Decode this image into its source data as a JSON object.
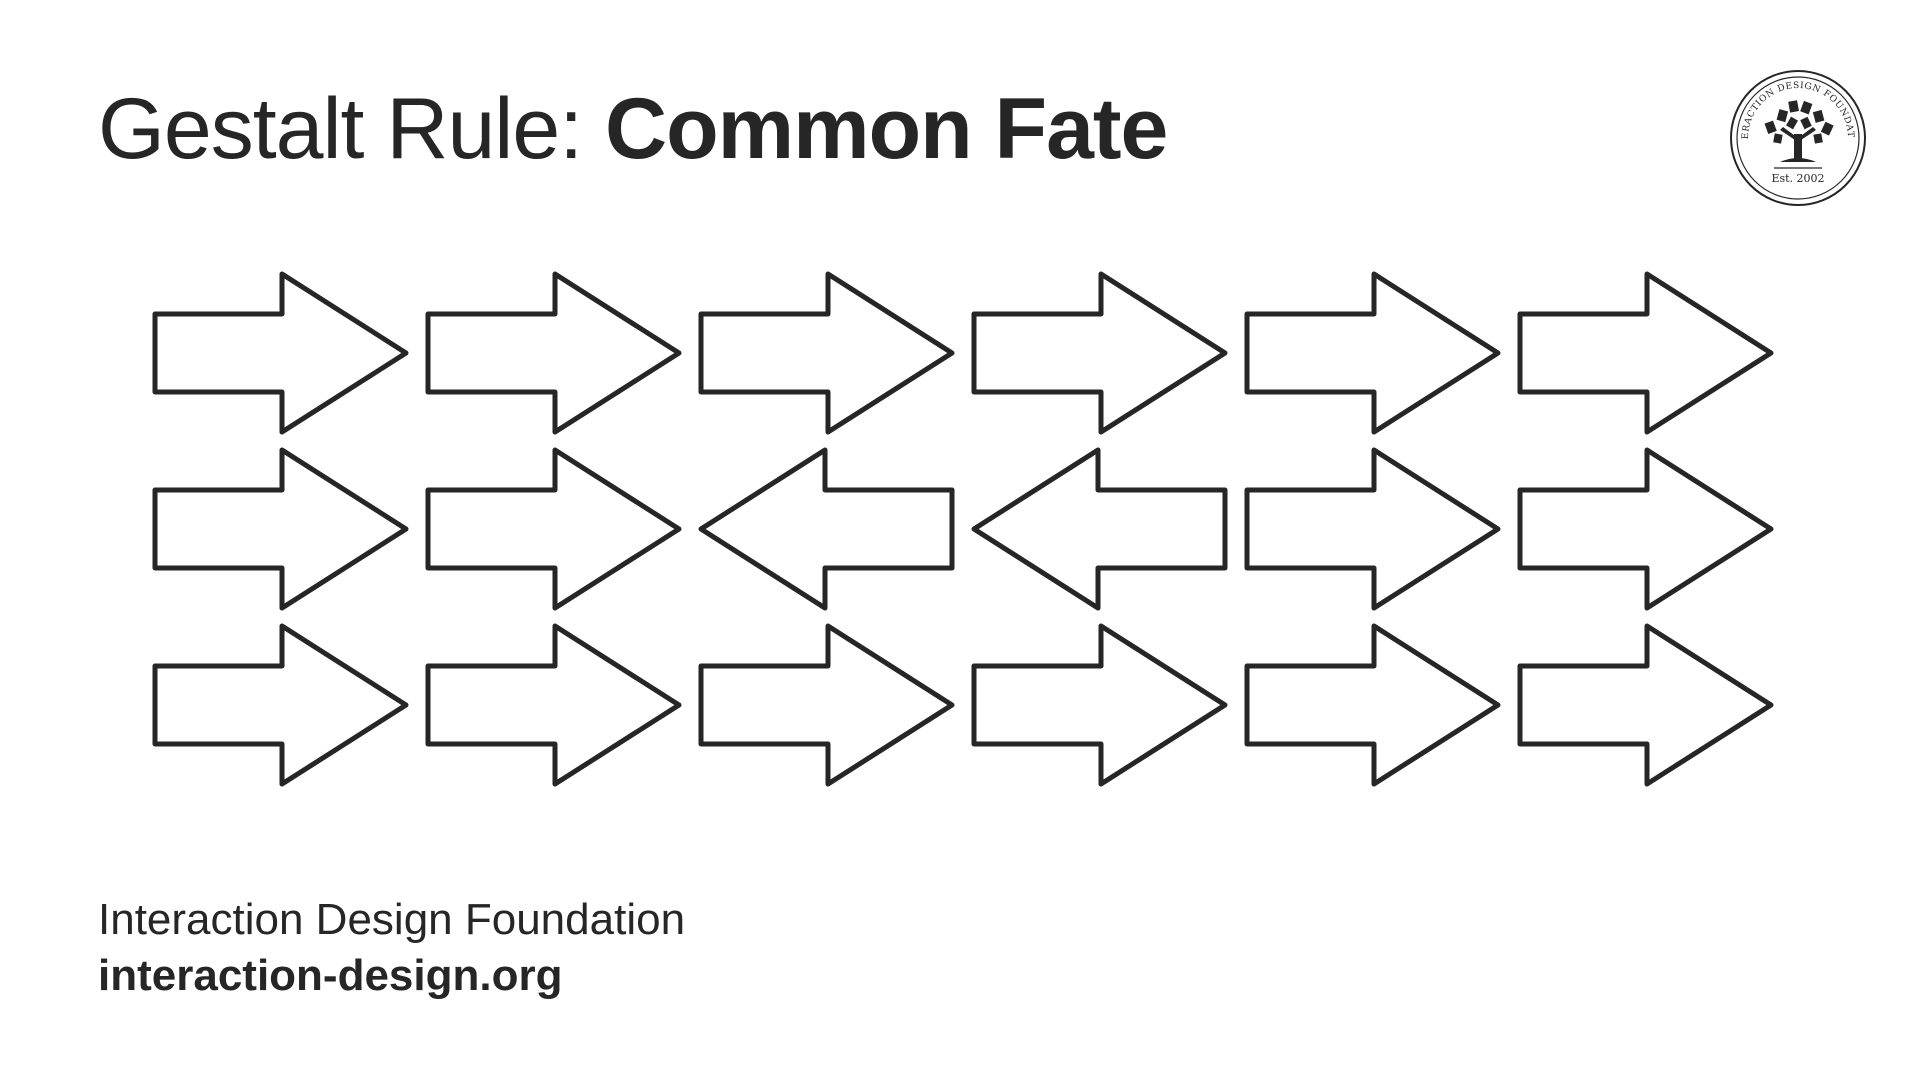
{
  "slide": {
    "title_prefix": "Gestalt Rule: ",
    "title_emphasis": "Common Fate"
  },
  "logo": {
    "ring_text": "INTERACTION DESIGN FOUNDATION",
    "est": "Est. 2002",
    "icon": "tree-icon"
  },
  "footer": {
    "organization": "Interaction Design Foundation",
    "website": "interaction-design.org"
  },
  "diagram": {
    "rows": [
      [
        "right",
        "right",
        "right",
        "right",
        "right",
        "right"
      ],
      [
        "right",
        "right",
        "left",
        "left",
        "right",
        "right"
      ],
      [
        "right",
        "right",
        "right",
        "right",
        "right",
        "right"
      ]
    ],
    "colors": {
      "stroke": "#262626",
      "fill": "#ffffff",
      "text": "#262626"
    }
  }
}
